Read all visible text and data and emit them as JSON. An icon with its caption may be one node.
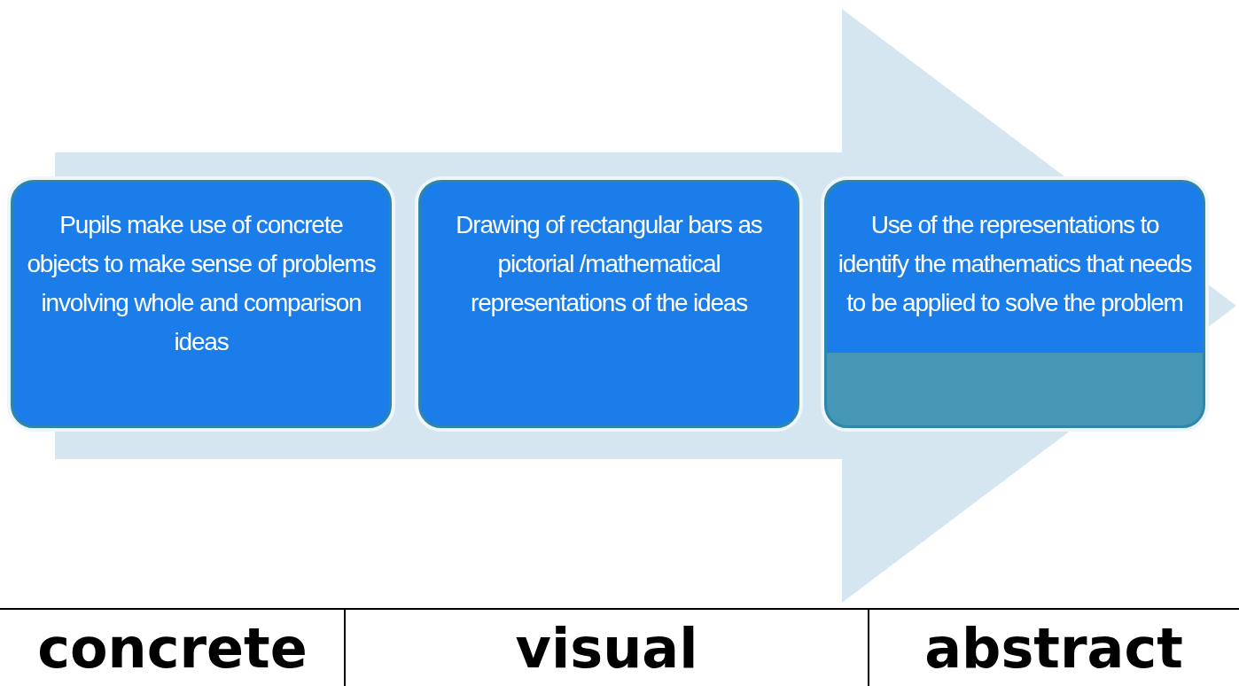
{
  "diagram": {
    "nodes": [
      {
        "text": [
          "Pupils make use of concrete objects to make sense of problems involving whole and comparison ideas"
        ]
      },
      {
        "text": [
          "Drawing of rectangular bars as pictorial /mathematical representations of the ideas"
        ]
      },
      {
        "text": [
          "Use of the representations to identify the mathematics that needs to be applied to solve the problem"
        ]
      }
    ],
    "edges": [
      {
        "from": 0,
        "to": 2,
        "arrow": "to"
      }
    ],
    "labels": [
      "concrete",
      "visual",
      "abstract"
    ]
  }
}
